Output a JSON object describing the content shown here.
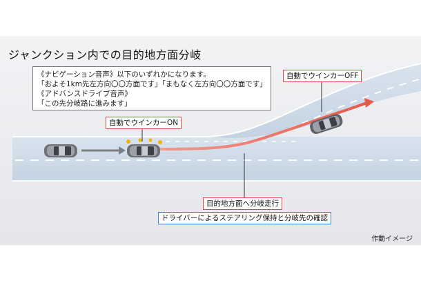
{
  "title": "ジャンクション内での目的地方面分岐",
  "callout": {
    "lines": [
      "《ナビゲーション音声》以下のいずれかになります。",
      "「およそ1km先左方向〇〇方面です」「まもなく左方向〇〇方面です」",
      "《アドバンスドライブ音声》",
      "「この先分岐路に進みます」"
    ]
  },
  "labels": {
    "turn_signal_on": "自動でウインカーON",
    "turn_signal_off": "自動でウインカーOFF",
    "branch_travel": "目的地方面へ分岐走行",
    "driver_note": "ドライバーによるステアリング保持と分岐先の確認"
  },
  "caption": "作動イメージ",
  "colors": {
    "road": "#c8d6e4",
    "path_arrow": "#e8685a",
    "blinker": "#f2b400",
    "label_border_red": "#d64b3b",
    "label_border_blue": "#3f7fd0"
  }
}
